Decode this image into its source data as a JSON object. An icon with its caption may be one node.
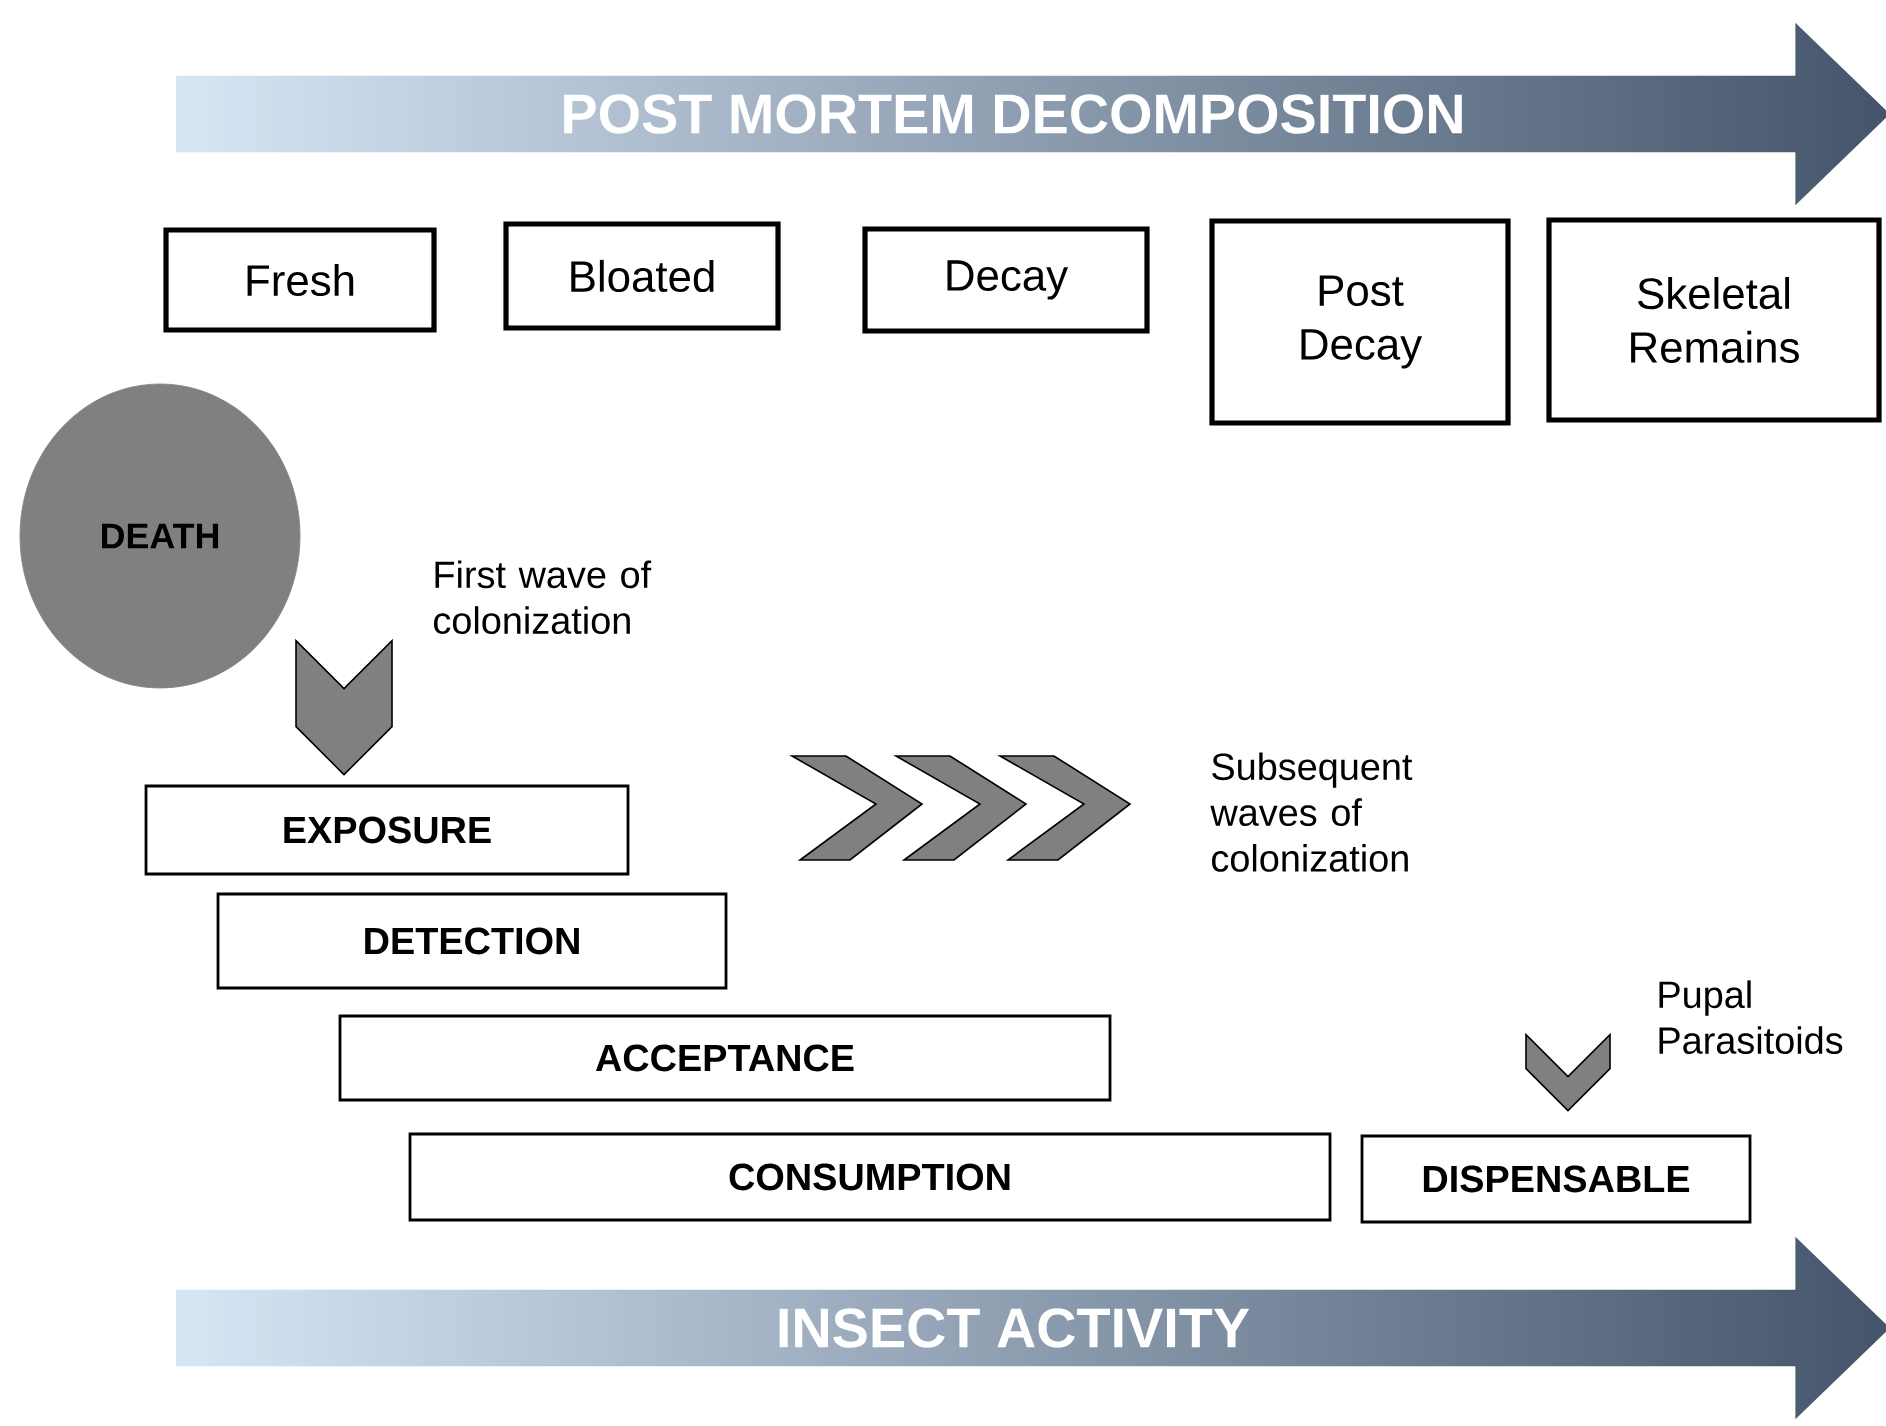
{
  "diagram": {
    "nodes": [
      {
        "text": [
          "POST MORTEM DECOMPOSITION"
        ]
      },
      {
        "text": [
          "Fresh"
        ]
      },
      {
        "text": [
          "Bloated"
        ]
      },
      {
        "text": [
          "Decay"
        ]
      },
      {
        "text": [
          "Post Decay"
        ]
      },
      {
        "text": [
          "Skeletal Remains"
        ]
      },
      {
        "text": [
          "DEATH"
        ]
      },
      {
        "text": [
          "EXPOSURE"
        ]
      },
      {
        "text": [
          "DETECTION"
        ]
      },
      {
        "text": [
          "ACCEPTANCE"
        ]
      },
      {
        "text": [
          "CONSUMPTION"
        ]
      },
      {
        "text": [
          "DISPENSABLE"
        ]
      },
      {
        "text": [
          "INSECT ACTIVITY"
        ]
      }
    ],
    "edges": [
      {
        "from": null,
        "to": 7,
        "arrow": "to",
        "label": "First wave of colonization"
      },
      {
        "from": null,
        "to": 11,
        "arrow": "to",
        "label": "Pupal Parasitoids"
      }
    ],
    "labels": [
      "Subsequent waves of colonization"
    ]
  }
}
